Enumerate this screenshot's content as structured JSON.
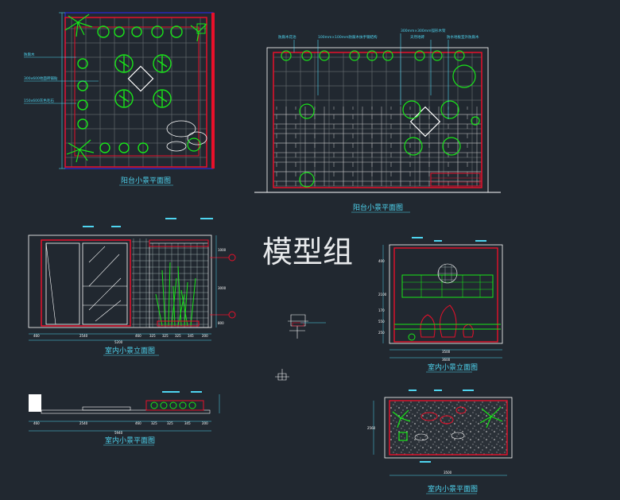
{
  "watermark": "模型组",
  "captions": {
    "balcony_plan": "阳台小景平面图",
    "balcony_elevation": "阳台小景平面图",
    "indoor_elevation_left": "室内小景立面图",
    "indoor_plan_left": "室内小景平面图",
    "indoor_elevation_right": "室内小景立面图",
    "indoor_plan_right": "室内小景平面图"
  },
  "dimensions": {
    "left_elev": [
      "460",
      "2540",
      "460",
      "325",
      "325",
      "325",
      "345",
      "200"
    ],
    "left_elev_total": "5200",
    "left_elev_vert": [
      "1000",
      "3000",
      "800"
    ],
    "left_plan": [
      "460",
      "2540",
      "460",
      "325",
      "325",
      "345",
      "200"
    ],
    "left_plan_total": "5940",
    "right_elev": [
      "3500",
      "3600"
    ],
    "right_elev_vert": [
      "400",
      "2100",
      "170",
      "550",
      "250"
    ],
    "right_plan": [
      "3500"
    ],
    "right_plan_vert": [
      "2560"
    ]
  },
  "labels": {
    "bp_left": [
      "防腐木",
      "300x600地面砖铺贴",
      "150x600灰色毛石"
    ],
    "be_top": [
      "防腐木花池",
      "100mm×100mm防腐木扶手钢结构",
      "300mm×300mm弧形木架",
      "天然地砖",
      "防水地板室外防腐木"
    ]
  },
  "colors": {
    "background": "#212830",
    "frame": "#e8102a",
    "linework": "#ffffff",
    "plants": "#19e619",
    "annotation": "#4fd5f0",
    "structure": "#2a2ad8"
  }
}
